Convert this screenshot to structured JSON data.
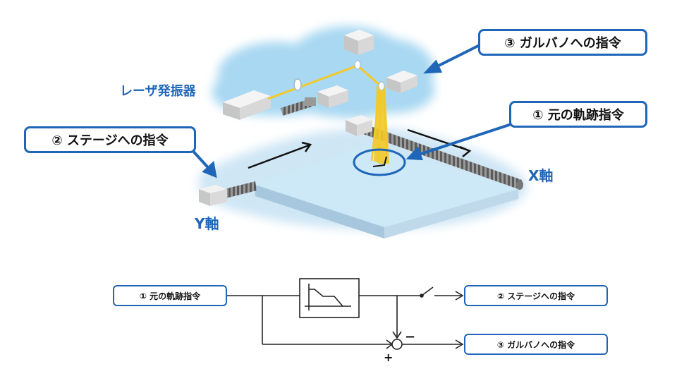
{
  "labels": {
    "laser": "レーザ発振器",
    "x_axis": "X軸",
    "y_axis": "Y軸",
    "minus": "−",
    "plus": "+"
  },
  "callouts": {
    "galvo": "③ ガルバノへの指令",
    "trajectory": "① 元の軌跡指令",
    "stage": "② ステージへの指令"
  },
  "block_diagram": {
    "input": "① 元の軌跡指令",
    "stage_out": "② ステージへの指令",
    "galvo_out": "③ ガルバノへの指令"
  },
  "colors": {
    "accent": "#1f66b8",
    "cloud": "#a9d8f2",
    "plate": "#cde9f8",
    "beam": "#f3c928"
  }
}
